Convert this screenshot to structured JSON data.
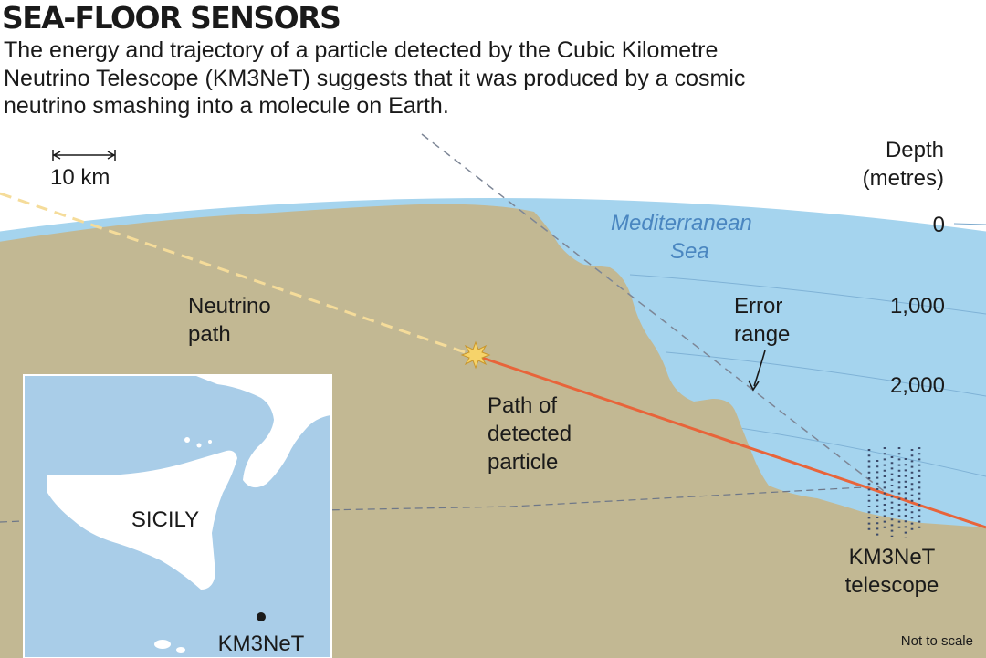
{
  "header": {
    "title": "SEA-FLOOR SENSORS",
    "subtitle": "The energy and trajectory of a particle detected by the Cubic Kilometre Neutrino Telescope (KM3NeT) suggests that it was produced by a cosmic neutrino smashing into a molecule on Earth."
  },
  "scale_bar": {
    "label": "10 km"
  },
  "depth_axis": {
    "title_line1": "Depth",
    "title_line2": "(metres)",
    "ticks": [
      "0",
      "1,000",
      "2,000"
    ]
  },
  "labels": {
    "sea_line1": "Mediterranean",
    "sea_line2": "Sea",
    "neutrino_line1": "Neutrino",
    "neutrino_line2": "path",
    "error_line1": "Error",
    "error_line2": "range",
    "particle_line1": "Path of",
    "particle_line2": "detected",
    "particle_line3": "particle",
    "telescope_line1": "KM3NeT",
    "telescope_line2": "telescope",
    "not_to_scale": "Not to scale"
  },
  "inset_map": {
    "island_label": "SICILY",
    "site_label": "KM3NeT"
  },
  "colors": {
    "land": "#c2b893",
    "sea": "#a5d4ee",
    "particle_path": "#e8643a",
    "neutrino_path": "#f5dc9a",
    "error_line": "#7d8696",
    "telescope": "#3b4a6a"
  }
}
